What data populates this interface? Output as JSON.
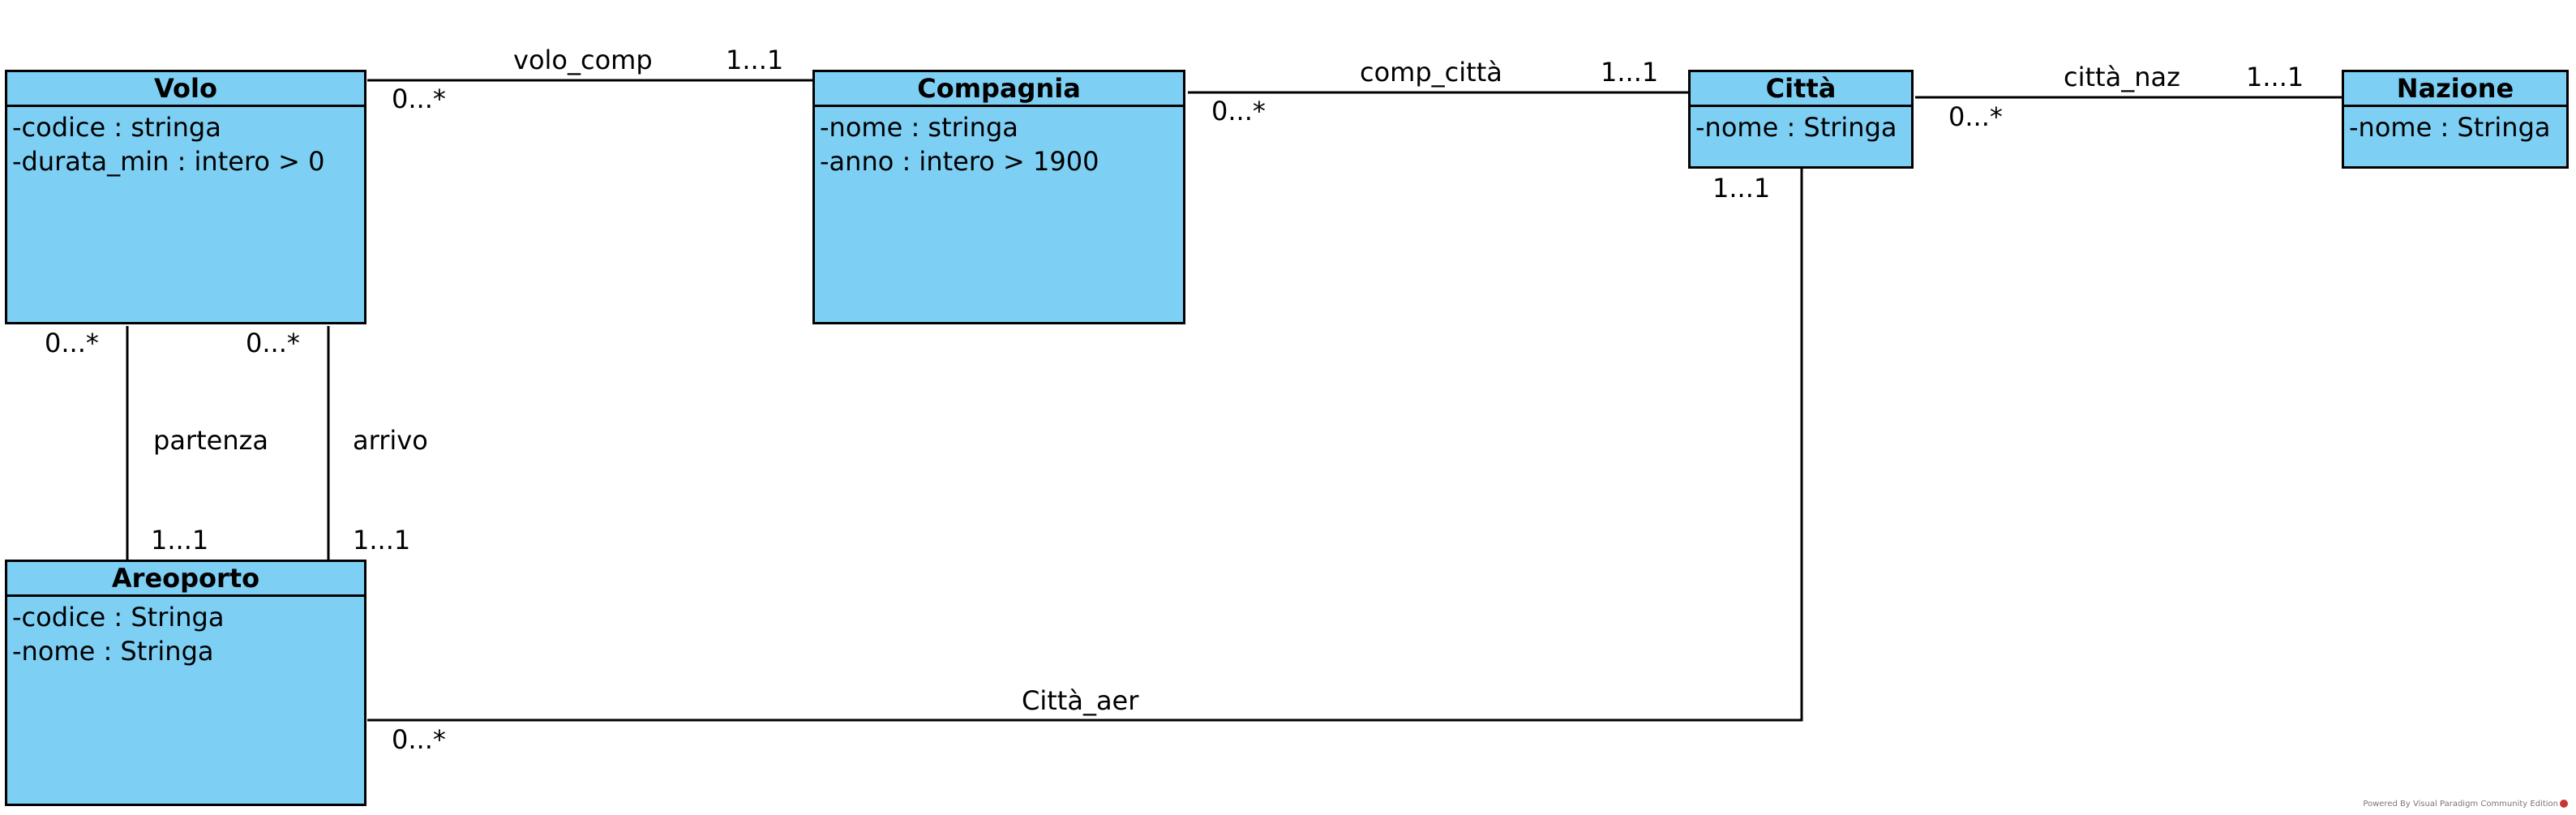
{
  "classes": {
    "volo": {
      "name": "Volo",
      "attributes": [
        "-codice : stringa",
        "-durata_min : intero > 0"
      ]
    },
    "compagnia": {
      "name": "Compagnia",
      "attributes": [
        "-nome : stringa",
        "-anno : intero > 1900"
      ]
    },
    "citta": {
      "name": "Città",
      "attributes": [
        "-nome : Stringa"
      ]
    },
    "nazione": {
      "name": "Nazione",
      "attributes": [
        "-nome : Stringa"
      ]
    },
    "areoporto": {
      "name": "Areoporto",
      "attributes": [
        "-codice : Stringa",
        "-nome : Stringa"
      ]
    }
  },
  "associations": {
    "volo_comp": {
      "name": "volo_comp",
      "mult_from": "0...*",
      "mult_to": "1...1"
    },
    "comp_citta": {
      "name": "comp_città",
      "mult_from": "0...*",
      "mult_to": "1...1"
    },
    "citta_naz": {
      "name": "città_naz",
      "mult_from": "0...*",
      "mult_to": "1...1"
    },
    "partenza": {
      "name": "partenza",
      "mult_from": "0...*",
      "mult_to": "1...1"
    },
    "arrivo": {
      "name": "arrivo",
      "mult_from": "0...*",
      "mult_to": "1...1"
    },
    "citta_aer": {
      "name": "Città_aer",
      "mult_from": "0...*",
      "mult_to": "1...1"
    }
  },
  "watermark": "Powered By Visual Paradigm Community Edition"
}
